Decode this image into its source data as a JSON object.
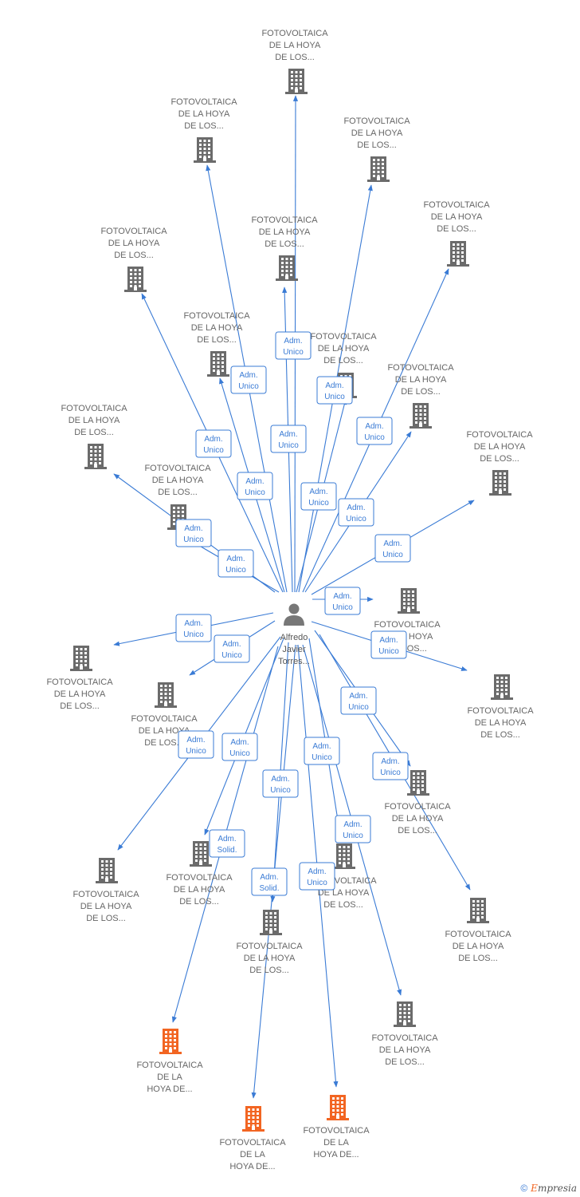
{
  "center": {
    "label_lines": [
      "Alfredo",
      "Javier",
      "Torres..."
    ]
  },
  "companies": [
    {
      "lines": [
        "FOTOVOLTAICA",
        "DE LA HOYA",
        "DE LOS..."
      ],
      "highlight": false
    },
    {
      "lines": [
        "FOTOVOLTAICA",
        "DE LA HOYA",
        "DE LOS..."
      ],
      "highlight": false
    },
    {
      "lines": [
        "FOTOVOLTAICA",
        "DE LA HOYA",
        "DE LOS..."
      ],
      "highlight": false
    },
    {
      "lines": [
        "FOTOVOLTAICA",
        "DE LA HOYA",
        "DE LOS..."
      ],
      "highlight": false
    },
    {
      "lines": [
        "FOTOVOLTAICA",
        "DE LA HOYA",
        "DE LOS..."
      ],
      "highlight": false
    },
    {
      "lines": [
        "FOTOVOLTAICA",
        "DE LA HOYA",
        "DE LOS..."
      ],
      "highlight": false
    },
    {
      "lines": [
        "FOTOVOLTAICA",
        "DE LA HOYA",
        "DE LOS..."
      ],
      "highlight": false
    },
    {
      "lines": [
        "FOTOVOLTAICA",
        "DE LA HOYA",
        "DE LOS..."
      ],
      "highlight": false
    },
    {
      "lines": [
        "FOTOVOLTAICA",
        "DE LA HOYA",
        "DE LOS..."
      ],
      "highlight": false
    },
    {
      "lines": [
        "FOTOVOLTAICA",
        "DE LA HOYA",
        "DE LOS..."
      ],
      "highlight": false
    },
    {
      "lines": [
        "FOTOVOLTAICA",
        "DE LA HOYA",
        "DE LOS..."
      ],
      "highlight": false
    },
    {
      "lines": [
        "FOTOVOLTAICA",
        "DE LA HOYA",
        "DE LOS..."
      ],
      "highlight": false
    },
    {
      "lines": [
        "FOTOVOLTAICA",
        "DE LA HOYA",
        "DE LOS..."
      ],
      "highlight": false
    },
    {
      "lines": [
        "FOTOVOLTAICA",
        "DE LA HOYA",
        "DE LOS..."
      ],
      "highlight": false
    },
    {
      "lines": [
        "FOTOVOLTAICA",
        "DE LA HOYA",
        "DE LOS..."
      ],
      "highlight": false
    },
    {
      "lines": [
        "FOTOVOLTAICA",
        "DE LA HOYA",
        "DE LOS..."
      ],
      "highlight": false
    },
    {
      "lines": [
        "FOTOVOLTAICA",
        "DE LA HOYA",
        "DE LOS..."
      ],
      "highlight": false
    },
    {
      "lines": [
        "FOTOVOLTAICA",
        "DE LA HOYA",
        "DE LOS..."
      ],
      "highlight": false
    },
    {
      "lines": [
        "FOTOVOLTAICA",
        "DE LA HOYA",
        "DE LOS..."
      ],
      "highlight": false
    },
    {
      "lines": [
        "FOTOVOLTAICA",
        "DE LA HOYA",
        "DE LOS..."
      ],
      "highlight": false
    },
    {
      "lines": [
        "FOTOVOLTAICA",
        "DE LA HOYA",
        "DE LOS..."
      ],
      "highlight": false
    },
    {
      "lines": [
        "FOTOVOLTAICA",
        "DE LA HOYA",
        "DE LOS..."
      ],
      "highlight": false
    },
    {
      "lines": [
        "FOTOVOLTAICA",
        "DE LA HOYA",
        "DE LOS..."
      ],
      "highlight": false
    },
    {
      "lines": [
        "FOTOVOLTAICA",
        "DE LA",
        "HOYA DE..."
      ],
      "highlight": true
    }
  ],
  "edge_labels": [
    [
      "Adm.",
      "Unico"
    ],
    [
      "Adm.",
      "Unico"
    ],
    [
      "Adm.",
      "Unico"
    ],
    [
      "Adm.",
      "Unico"
    ],
    [
      "Adm.",
      "Unico"
    ],
    [
      "Adm.",
      "Unico"
    ],
    [
      "Adm.",
      "Unico"
    ],
    [
      "Adm.",
      "Unico"
    ],
    [
      "Adm.",
      "Unico"
    ],
    [
      "Adm.",
      "Unico"
    ],
    [
      "Adm.",
      "Unico"
    ],
    [
      "Adm.",
      "Unico"
    ],
    [
      "Adm.",
      "Unico"
    ],
    [
      "Adm.",
      "Unico"
    ],
    [
      "Adm.",
      "Unico"
    ],
    [
      "Adm.",
      "Unico"
    ],
    [
      "Adm.",
      "Unico"
    ],
    [
      "Adm.",
      "Unico"
    ],
    [
      "Adm.",
      "Unico"
    ],
    [
      "Adm.",
      "Unico"
    ],
    [
      "Adm.",
      "Unico"
    ],
    [
      "Adm.",
      "Unico"
    ],
    [
      "Adm.",
      "Solid."
    ],
    [
      "Adm.",
      "Unico"
    ]
  ],
  "colors": {
    "edge": "#3a7bd5",
    "building": "#6b6b6b",
    "building_highlight": "#f26522",
    "person": "#777777"
  },
  "footer": {
    "copyright": "©",
    "brand_first": "E",
    "brand_rest": "mpresia"
  }
}
